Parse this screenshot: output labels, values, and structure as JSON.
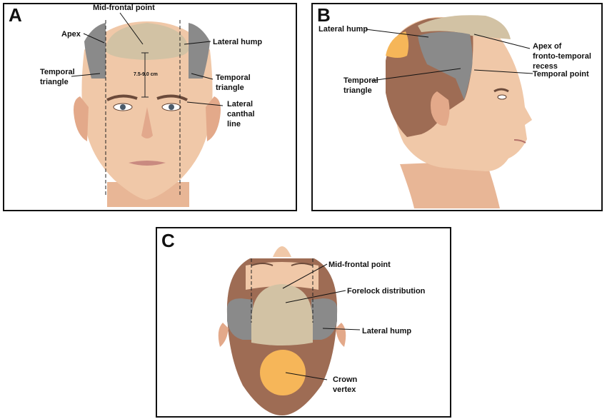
{
  "panels": {
    "a": {
      "letter": "A",
      "labels": {
        "mid_frontal": "Mid-frontal point",
        "apex": "Apex",
        "lateral_hump": "Lateral hump",
        "temporal_left": [
          "Temporal",
          "triangle"
        ],
        "temporal_right": [
          "Temporal",
          "triangle"
        ],
        "measure": "7.5-9.0 cm",
        "canthal": [
          "Lateral",
          "canthal",
          "line"
        ]
      }
    },
    "b": {
      "letter": "B",
      "labels": {
        "lateral_hump": "Lateral hump",
        "apex": [
          "Apex of",
          "fronto-temporal",
          "recess"
        ],
        "temporal_point": "Temporal point",
        "temporal_triangle": [
          "Temporal",
          "triangle"
        ]
      }
    },
    "c": {
      "letter": "C",
      "labels": {
        "mid_frontal": "Mid-frontal point",
        "forelock": "Forelock distribution",
        "lateral_hump": "Lateral hump",
        "crown": [
          "Crown",
          "vertex"
        ]
      }
    }
  },
  "colors": {
    "frontal_zone": "#d2c2a4",
    "temporal_zone": "#8a8a8a",
    "brown_hair": "#9e6c54",
    "crown": "#f6b659",
    "skin": "#f0c8a8"
  }
}
